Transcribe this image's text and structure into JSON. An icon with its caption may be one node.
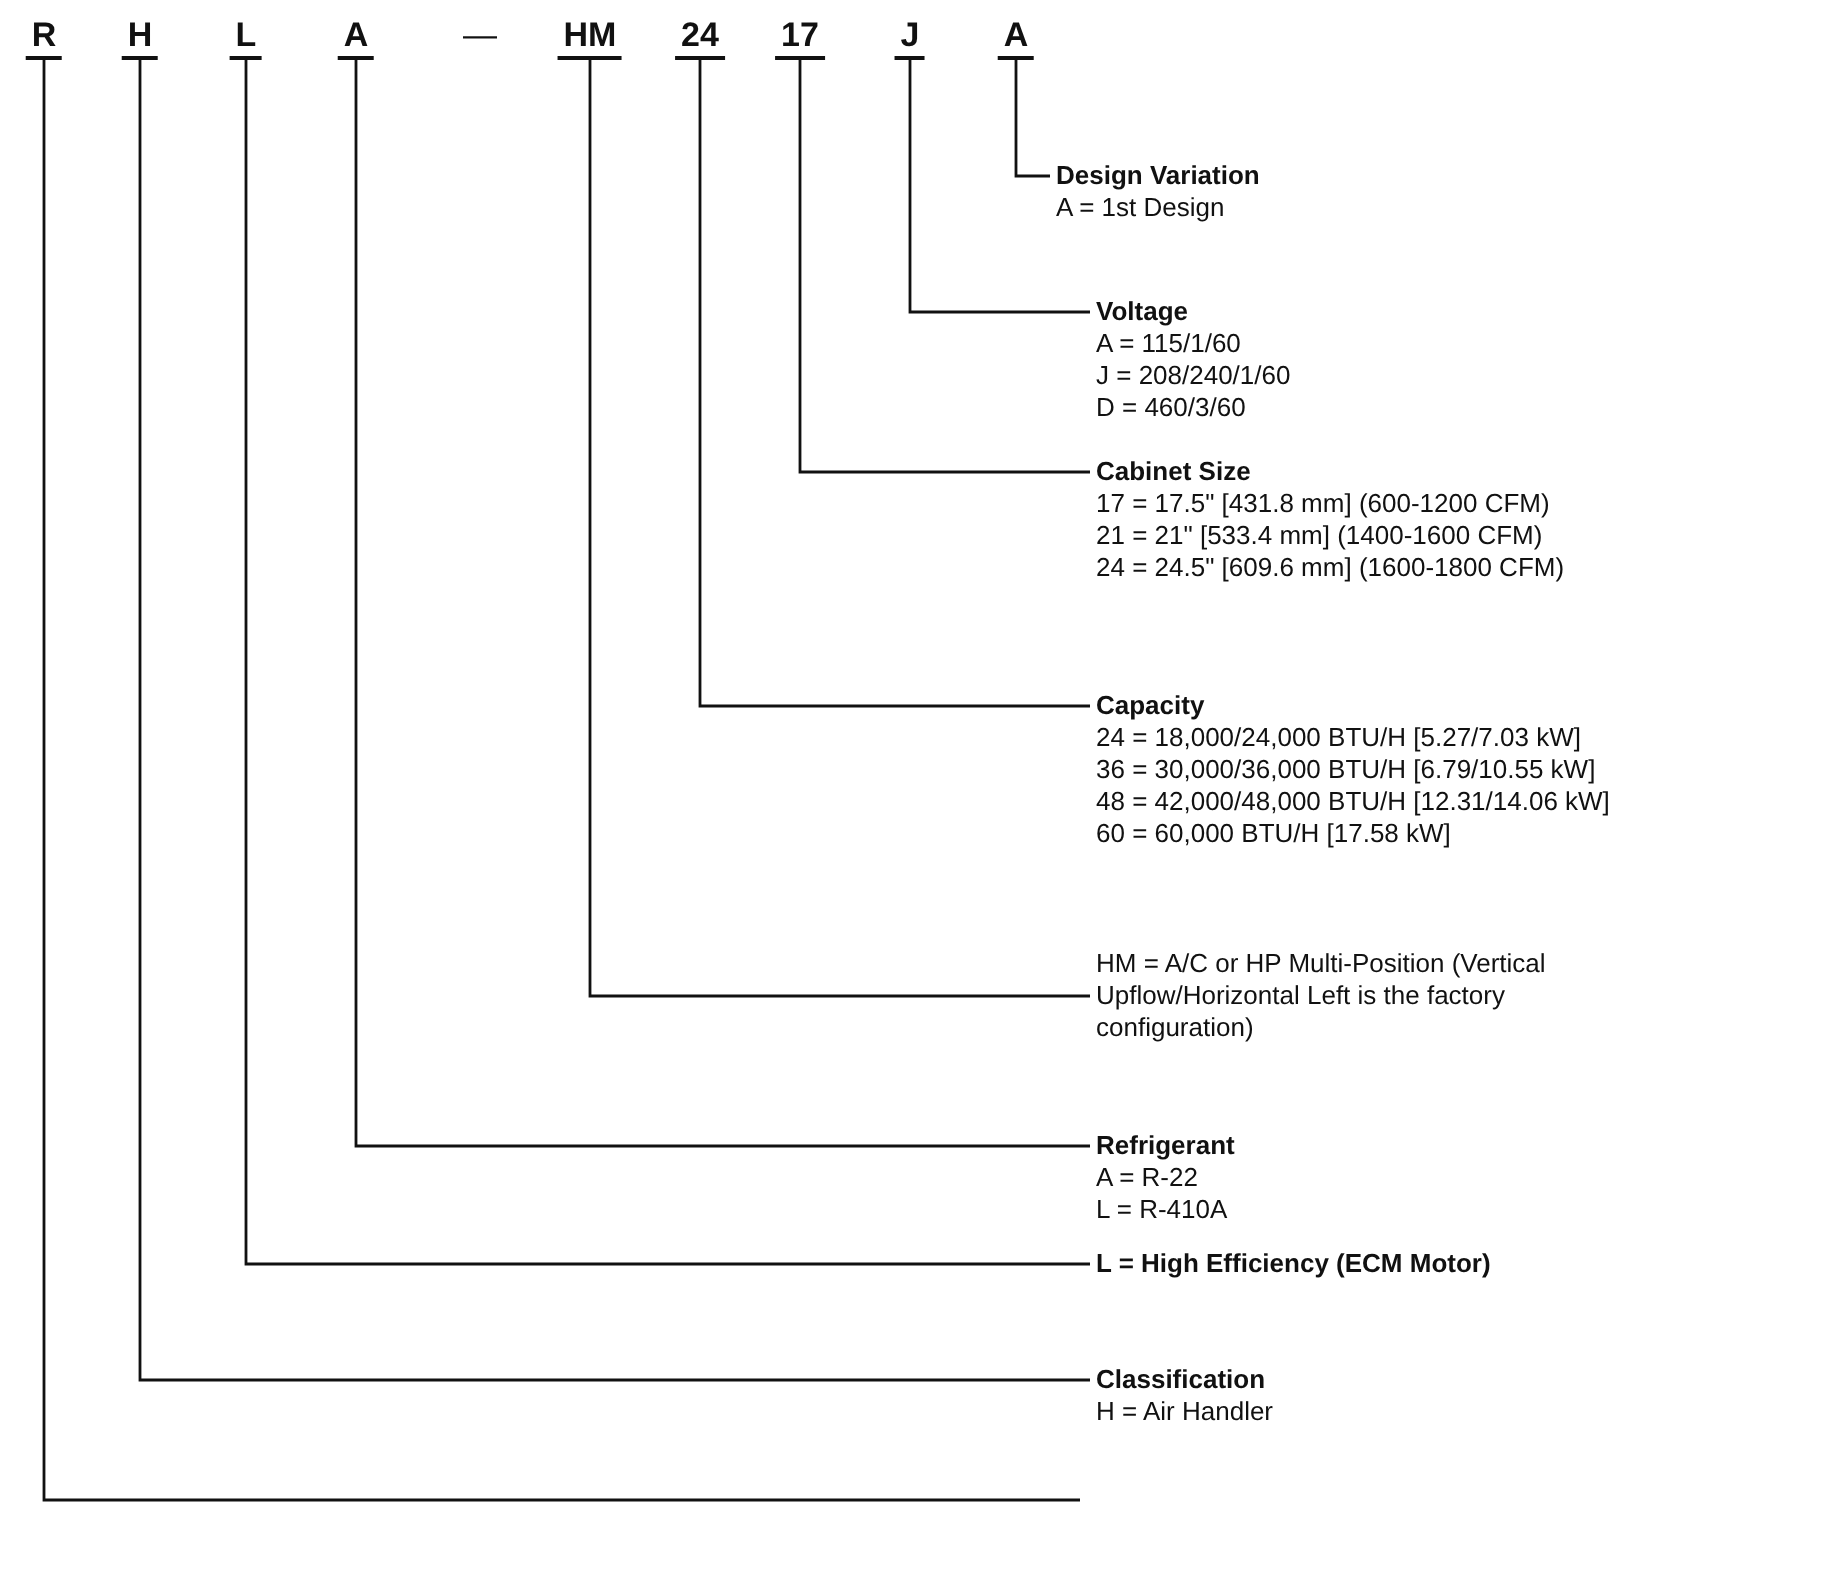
{
  "diagram": {
    "nodes": [
      {
        "text": [
          "R"
        ]
      },
      {
        "text": [
          "H"
        ]
      },
      {
        "text": [
          "L"
        ]
      },
      {
        "text": [
          "A"
        ]
      },
      {
        "text": [
          "HM"
        ]
      },
      {
        "text": [
          "24"
        ]
      },
      {
        "text": [
          "17"
        ]
      },
      {
        "text": [
          "J"
        ]
      },
      {
        "text": [
          "A"
        ]
      },
      {
        "text": [
          "Design Variation",
          "A = 1st Design"
        ]
      },
      {
        "text": [
          "Voltage",
          "A = 115/1/60",
          "J = 208/240/1/60",
          "D = 460/3/60"
        ]
      },
      {
        "text": [
          "Cabinet Size",
          "17 = 17.5\" [431.8 mm] (600-1200 CFM)",
          "21 = 21\" [533.4 mm] (1400-1600 CFM)",
          "24 = 24.5\" [609.6 mm] (1600-1800 CFM)"
        ]
      },
      {
        "text": [
          "Capacity",
          "24 = 18,000/24,000 BTU/H [5.27/7.03 kW]",
          "36 = 30,000/36,000 BTU/H [6.79/10.55 kW]",
          "48 = 42,000/48,000 BTU/H [12.31/14.06 kW]",
          "60 = 60,000 BTU/H [17.58 kW]"
        ]
      },
      {
        "text": [
          "HM = A/C or HP Multi-Position (Vertical Upflow/Horizontal Left is the factory configuration)"
        ]
      },
      {
        "text": [
          "Refrigerant",
          "A = R-22",
          "L = R-410A"
        ]
      },
      {
        "text": [
          "L = High Efficiency (ECM Motor)"
        ]
      },
      {
        "text": [
          "Classification",
          "H = Air Handler"
        ]
      }
    ],
    "edges": [
      {
        "from": 8,
        "to": 9,
        "arrow": "none"
      },
      {
        "from": 7,
        "to": 10,
        "arrow": "none"
      },
      {
        "from": 6,
        "to": 11,
        "arrow": "none"
      },
      {
        "from": 5,
        "to": 12,
        "arrow": "none"
      },
      {
        "from": 4,
        "to": 13,
        "arrow": "none"
      },
      {
        "from": 3,
        "to": 14,
        "arrow": "none"
      },
      {
        "from": 2,
        "to": 15,
        "arrow": "none"
      },
      {
        "from": 1,
        "to": 16,
        "arrow": "none"
      },
      {
        "from": 0,
        "to": null,
        "arrow": "none"
      }
    ],
    "labels": [
      "—"
    ]
  }
}
